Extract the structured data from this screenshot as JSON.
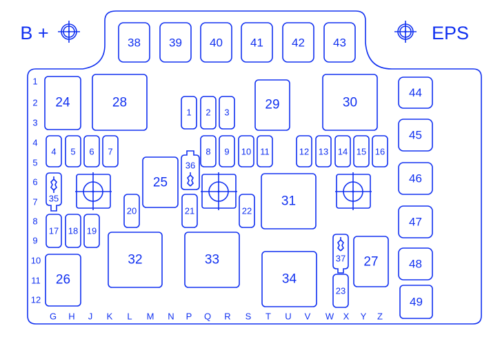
{
  "title_left": "B +",
  "title_right": "EPS",
  "colors": {
    "line": "#1030f0",
    "background": "#ffffff"
  },
  "row_labels": [
    "1",
    "2",
    "3",
    "4",
    "5",
    "6",
    "7",
    "8",
    "9",
    "10",
    "11",
    "12"
  ],
  "col_labels": [
    "G",
    "H",
    "J",
    "K",
    "L",
    "M",
    "N",
    "P",
    "Q",
    "R",
    "S",
    "T",
    "U",
    "V",
    "W",
    "X",
    "Y",
    "Z"
  ],
  "fuses": {
    "f1": "1",
    "f2": "2",
    "f3": "3",
    "f4": "4",
    "f5": "5",
    "f6": "6",
    "f7": "7",
    "f8": "8",
    "f9": "9",
    "f10": "10",
    "f11": "11",
    "f12": "12",
    "f13": "13",
    "f14": "14",
    "f15": "15",
    "f16": "16",
    "f17": "17",
    "f18": "18",
    "f19": "19",
    "f20": "20",
    "f21": "21",
    "f22": "22",
    "f23": "23",
    "f24": "24",
    "f25": "25",
    "f26": "26",
    "f27": "27",
    "f28": "28",
    "f29": "29",
    "f30": "30",
    "f31": "31",
    "f32": "32",
    "f33": "33",
    "f34": "34",
    "f35": "35",
    "f36": "36",
    "f37": "37",
    "f38": "38",
    "f39": "39",
    "f40": "40",
    "f41": "41",
    "f42": "42",
    "f43": "43",
    "f44": "44",
    "f45": "45",
    "f46": "46",
    "f47": "47",
    "f48": "48",
    "f49": "49"
  }
}
